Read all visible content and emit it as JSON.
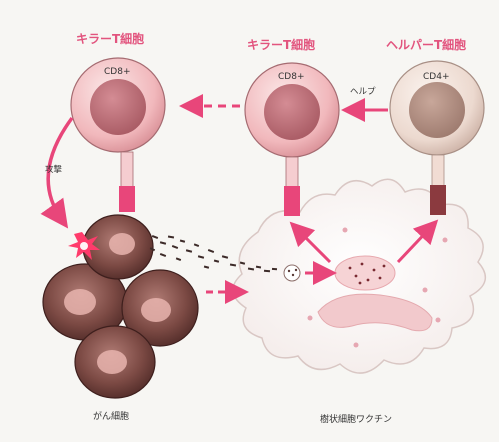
{
  "titles": {
    "killer_left": "キラーT細胞",
    "killer_right": "キラーT細胞",
    "helper": "ヘルパーT細胞"
  },
  "cell_labels": {
    "cd8_left": "CD8+",
    "cd8_right": "CD8+",
    "cd4": "CD4+"
  },
  "annotations": {
    "attack": "攻撃",
    "help": "ヘルプ"
  },
  "captions": {
    "cancer": "がん細胞",
    "dendritic": "樹状細胞ワクチン"
  },
  "colors": {
    "title_pink": "#e2547e",
    "arrow_pink": "#e8467a",
    "cell_pink": "#efb5b9",
    "cancer_brown": "#7c4a44",
    "receptor_dark": "#8b3a3f"
  }
}
